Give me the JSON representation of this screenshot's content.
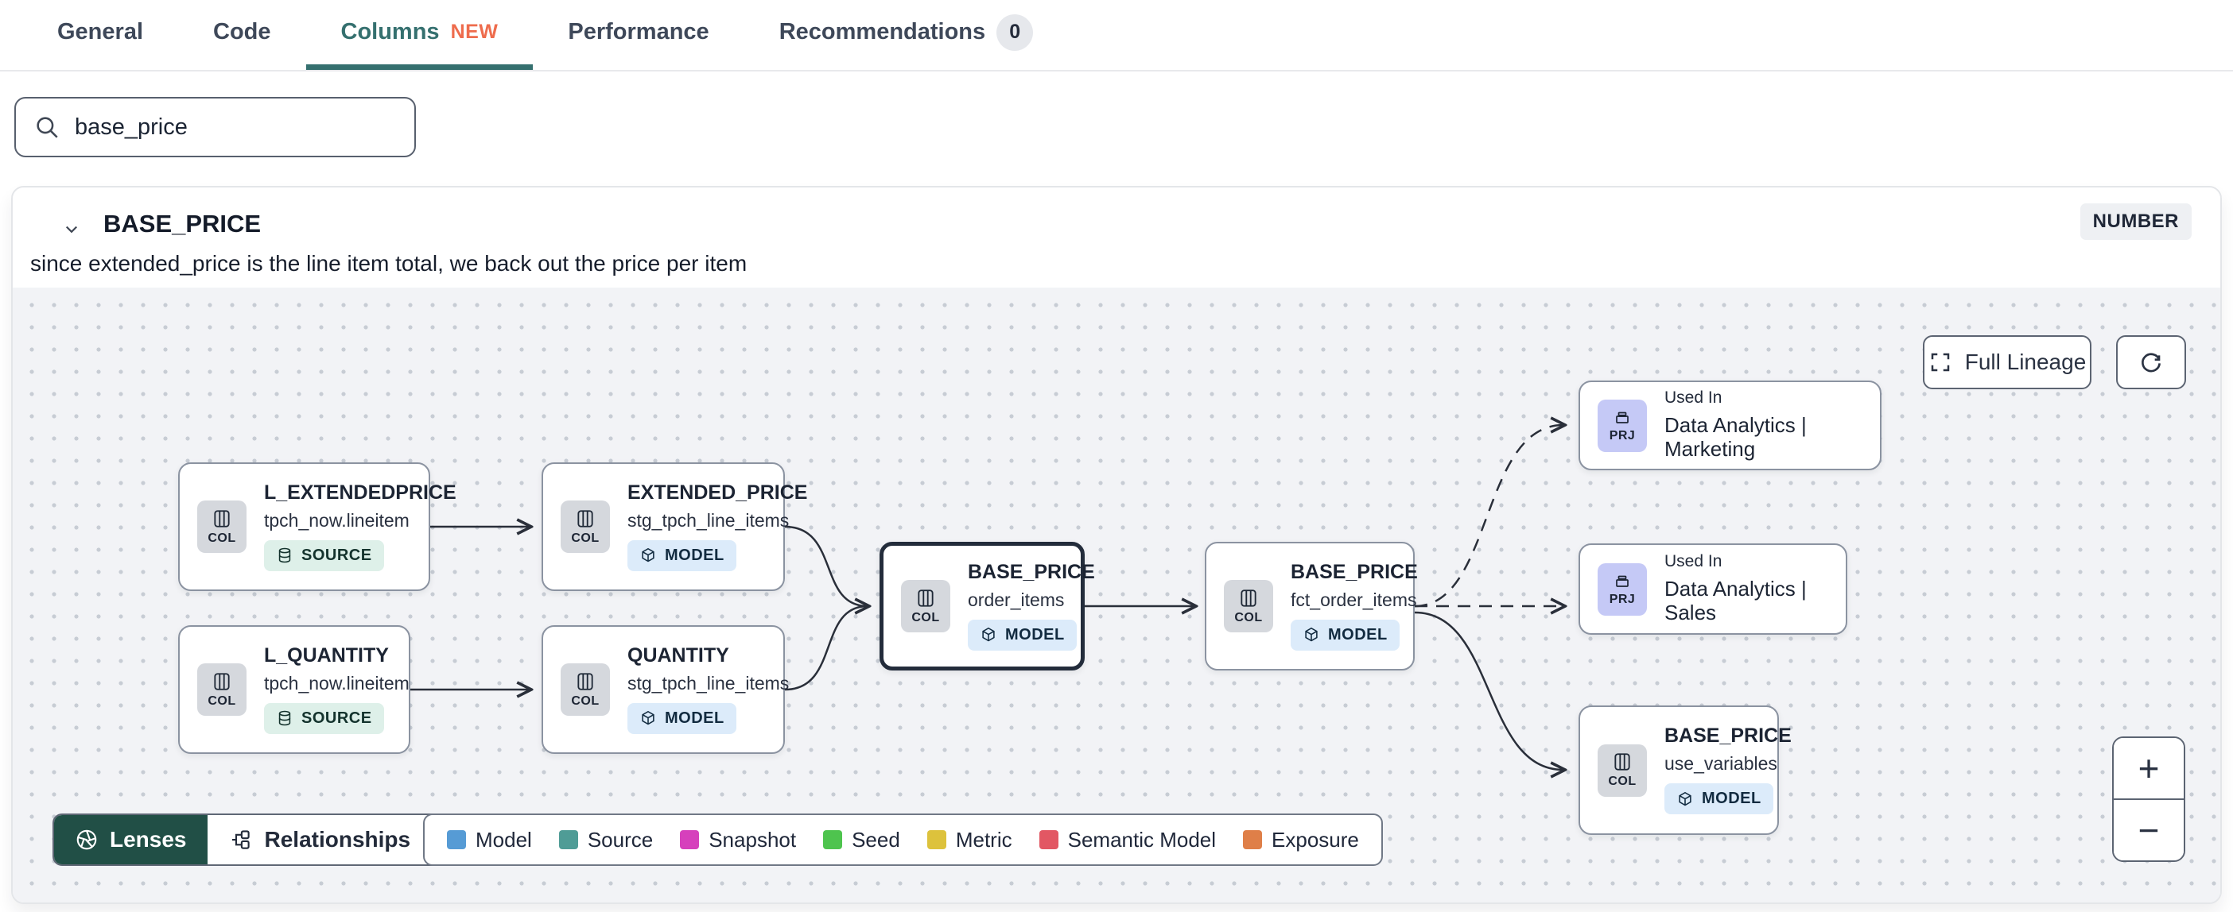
{
  "tabs": {
    "items": [
      {
        "label": "General"
      },
      {
        "label": "Code"
      },
      {
        "label": "Columns",
        "new_badge": "NEW",
        "active": true
      },
      {
        "label": "Performance"
      },
      {
        "label": "Recommendations",
        "count": "0"
      }
    ]
  },
  "search": {
    "value": "base_price"
  },
  "column_panel": {
    "name": "BASE_PRICE",
    "type_badge": "NUMBER",
    "description": "since extended_price is the line item total, we back out the price per item"
  },
  "lineage": {
    "controls": {
      "full_lineage": "Full Lineage",
      "zoom_in": "+",
      "zoom_out": "−",
      "lenses": "Lenses",
      "relationships": "Relationships"
    },
    "chip_labels": {
      "column": "COL",
      "project": "PRJ"
    },
    "nodes": [
      {
        "title": "L_EXTENDEDPRICE",
        "subtitle": "tpch_now.lineitem",
        "chip": "COL",
        "badge": "SOURCE"
      },
      {
        "title": "EXTENDED_PRICE",
        "subtitle": "stg_tpch_line_items",
        "chip": "COL",
        "badge": "MODEL"
      },
      {
        "title": "L_QUANTITY",
        "subtitle": "tpch_now.lineitem",
        "chip": "COL",
        "badge": "SOURCE"
      },
      {
        "title": "QUANTITY",
        "subtitle": "stg_tpch_line_items",
        "chip": "COL",
        "badge": "MODEL"
      },
      {
        "title": "BASE_PRICE",
        "subtitle": "order_items",
        "chip": "COL",
        "badge": "MODEL",
        "selected": true
      },
      {
        "title": "BASE_PRICE",
        "subtitle": "fct_order_items",
        "chip": "COL",
        "badge": "MODEL"
      },
      {
        "kicker": "Used In",
        "title": "Data Analytics | Marketing",
        "chip": "PRJ"
      },
      {
        "kicker": "Used In",
        "title": "Data Analytics | Sales",
        "chip": "PRJ"
      },
      {
        "title": "BASE_PRICE",
        "subtitle": "use_variables",
        "chip": "COL",
        "badge": "MODEL"
      }
    ],
    "legend": [
      {
        "label": "Model",
        "color": "#569bd5"
      },
      {
        "label": "Source",
        "color": "#4f9c96"
      },
      {
        "label": "Snapshot",
        "color": "#d640bc"
      },
      {
        "label": "Seed",
        "color": "#4ec44e"
      },
      {
        "label": "Metric",
        "color": "#ddc23c"
      },
      {
        "label": "Semantic Model",
        "color": "#e25763"
      },
      {
        "label": "Exposure",
        "color": "#df7f48"
      }
    ],
    "accent_colors": {
      "active_tab": "#35706f",
      "new_badge": "#ee6c4d",
      "lenses_bg": "#214f46"
    }
  }
}
